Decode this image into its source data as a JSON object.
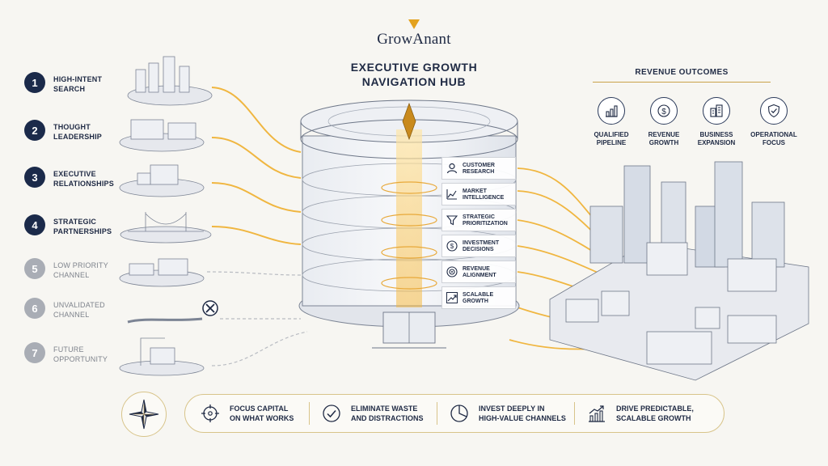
{
  "brand": {
    "name": "GrowAnant"
  },
  "hub": {
    "title_line1": "EXECUTIVE GROWTH",
    "title_line2": "NAVIGATION HUB"
  },
  "channels": [
    {
      "num": "1",
      "line1": "HIGH-INTENT",
      "line2": "SEARCH",
      "status": "active"
    },
    {
      "num": "2",
      "line1": "THOUGHT",
      "line2": "LEADERSHIP",
      "status": "active"
    },
    {
      "num": "3",
      "line1": "EXECUTIVE",
      "line2": "RELATIONSHIPS",
      "status": "active"
    },
    {
      "num": "4",
      "line1": "STRATEGIC",
      "line2": "PARTNERSHIPS",
      "status": "active"
    },
    {
      "num": "5",
      "line1": "LOW PRIORITY",
      "line2": "CHANNEL",
      "status": "inactive"
    },
    {
      "num": "6",
      "line1": "UNVALIDATED",
      "line2": "CHANNEL",
      "status": "inactive"
    },
    {
      "num": "7",
      "line1": "FUTURE",
      "line2": "OPPORTUNITY",
      "status": "inactive"
    }
  ],
  "floors": [
    {
      "line1": "CUSTOMER",
      "line2": "RESEARCH",
      "icon": "person-icon"
    },
    {
      "line1": "MARKET",
      "line2": "INTELLIGENCE",
      "icon": "chart-icon"
    },
    {
      "line1": "STRATEGIC",
      "line2": "PRIORITIZATION",
      "icon": "funnel-icon"
    },
    {
      "line1": "INVESTMENT",
      "line2": "DECISIONS",
      "icon": "dollar-icon"
    },
    {
      "line1": "REVENUE",
      "line2": "ALIGNMENT",
      "icon": "target-icon"
    },
    {
      "line1": "SCALABLE",
      "line2": "GROWTH",
      "icon": "growth-icon"
    }
  ],
  "revenue": {
    "title": "REVENUE OUTCOMES",
    "items": [
      {
        "line1": "QUALIFIED",
        "line2": "PIPELINE",
        "icon": "bar-chart-icon"
      },
      {
        "line1": "REVENUE",
        "line2": "GROWTH",
        "icon": "dollar-icon"
      },
      {
        "line1": "BUSINESS",
        "line2": "EXPANSION",
        "icon": "buildings-icon"
      },
      {
        "line1": "OPERATIONAL",
        "line2": "FOCUS",
        "icon": "shield-check-icon"
      }
    ]
  },
  "principles": [
    {
      "line1": "FOCUS CAPITAL",
      "line2": "ON WHAT WORKS",
      "icon": "crosshair-icon"
    },
    {
      "line1": "ELIMINATE WASTE",
      "line2": "AND DISTRACTIONS",
      "icon": "check-circle-icon"
    },
    {
      "line1": "INVEST DEEPLY IN",
      "line2": "HIGH-VALUE CHANNELS",
      "icon": "pie-chart-icon"
    },
    {
      "line1": "DRIVE PREDICTABLE,",
      "line2": "SCALABLE GROWTH",
      "icon": "growth-chart-icon"
    }
  ],
  "colors": {
    "navy": "#1b2a4a",
    "gold": "#e3a21f",
    "gold_soft": "#d8c48a",
    "gray": "#a9adb5"
  }
}
